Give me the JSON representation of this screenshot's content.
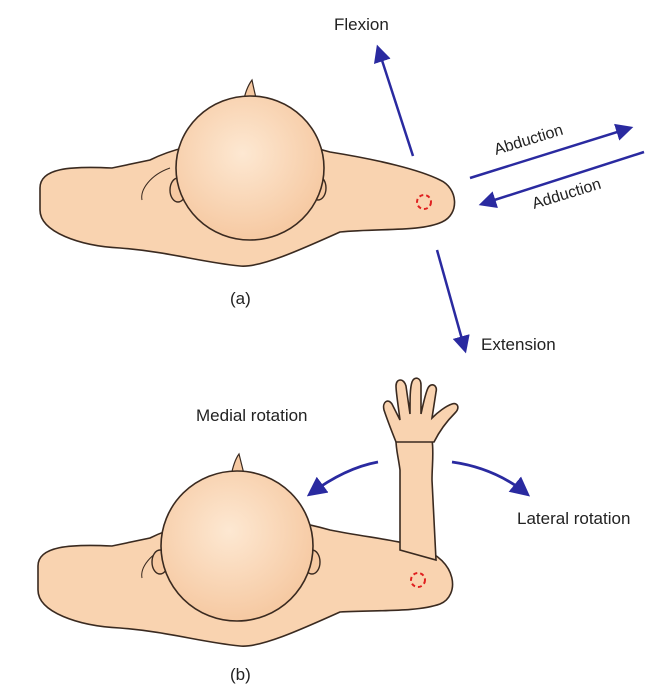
{
  "labels": {
    "flexion": "Flexion",
    "abduction": "Abduction",
    "adduction": "Adduction",
    "extension": "Extension",
    "panel_a": "(a)",
    "medial_rotation": "Medial rotation",
    "lateral_rotation": "Lateral rotation",
    "panel_b": "(b)"
  },
  "colors": {
    "skin": "#f9d3b0",
    "skin_light": "#fde4cc",
    "outline": "#3a2a20",
    "arrow": "#2a2aa0",
    "joint_marker": "#e02020"
  }
}
